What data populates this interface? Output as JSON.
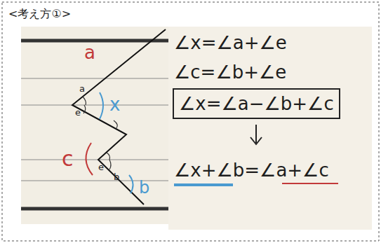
{
  "diagram": {
    "title": "<考え方①>",
    "nodes": [
      {
        "text": [
          "∠x=∠a−∠b+∠c"
        ]
      }
    ],
    "labels": [
      "a",
      "a",
      "x",
      "e",
      "c",
      "e",
      "b",
      "b",
      "∠x=∠a+∠e",
      "∠c=∠b+∠e",
      "∠x+∠b=∠a+∠c"
    ]
  }
}
